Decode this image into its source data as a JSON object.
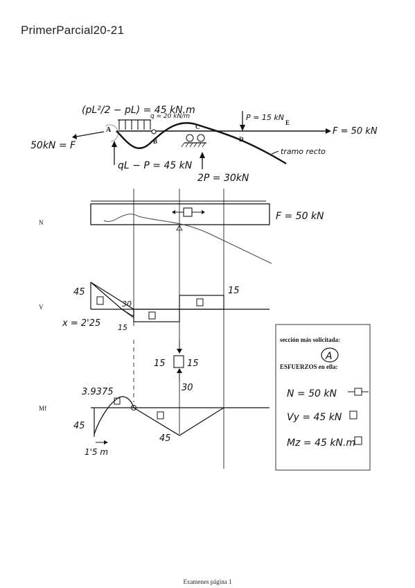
{
  "title": "PrimerParcial20-21",
  "footer": "Examenes página 1",
  "beam": {
    "moment_label": "(pL²/2 − pL) = 45 kN.m",
    "dist_load": "q = 20 kN/m",
    "point_load": "P = 15 kN",
    "axial_force_left": "50kN = F",
    "axial_force_right": "F = 50 kN",
    "reaction_a": "qL − P = 45 kN",
    "reaction_c": "2P = 30kN",
    "straight_segment": "tramo recto",
    "point_a": "A",
    "point_b": "B",
    "point_c": "C",
    "point_d": "D",
    "point_e": "E"
  },
  "diagrams": {
    "n_label": "N",
    "n_value": "F = 50 kN",
    "v_label": "V",
    "v_top_left": "45",
    "v_mid": "30",
    "v_right": "15",
    "v_x": "x = 2'25",
    "v_bottom": "15",
    "v_free_body_top": "15",
    "v_free_body_right": "15",
    "v_free_body_bottom": "30",
    "mf_label": "Mf",
    "mf_top": "3.9375",
    "mf_left": "45",
    "mf_bottom": "45",
    "mf_dim": "1'5 m"
  },
  "summary": {
    "heading": "sección más solicitada:",
    "section": "A",
    "efforts_heading": "ESFUERZOS en ella:",
    "n": "N = 50 kN",
    "vy": "Vy = 45 kN",
    "mz": "Mz = 45 kN.m"
  }
}
